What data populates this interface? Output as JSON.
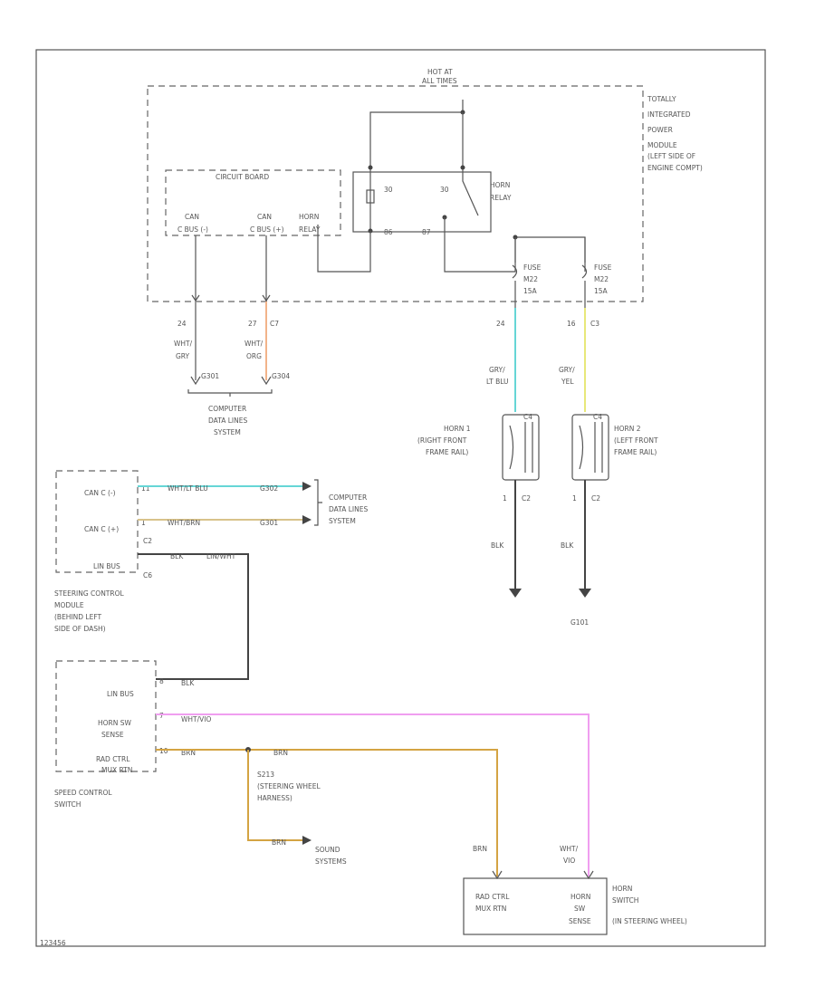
{
  "diagram": {
    "figure_id": "123456",
    "tipm": {
      "hot_label": [
        "HOT AT",
        "ALL TIMES"
      ],
      "name_lines": [
        "TOTALLY",
        "INTEGRATED",
        "POWER",
        "MODULE",
        "(LEFT SIDE OF",
        "ENGINE COMPT)"
      ],
      "circuit_board": "CIRCUIT BOARD",
      "can_c_minus": [
        "CAN",
        "C BUS (-)"
      ],
      "can_c_plus": [
        "CAN",
        "C BUS (+)"
      ],
      "horn_relay_ctrl": [
        "HORN",
        "RELAY"
      ],
      "relay_pins": [
        "30",
        "30",
        "86",
        "87"
      ],
      "relay_name": [
        "HORN",
        "RELAY"
      ],
      "fuse_left": [
        "FUSE",
        "M22",
        "15A"
      ],
      "fuse_right": [
        "FUSE",
        "M22",
        "15A"
      ]
    },
    "wires": {
      "tipm_pin_24": "24",
      "tipm_pin_27": "27",
      "tipm_conn": "C7",
      "wire_a_color": [
        "WHT/",
        "GRY"
      ],
      "wire_b_color": [
        "WHT/",
        "ORG"
      ],
      "splice_1": "G301",
      "splice_2": "G304",
      "fuse_left_pin": "24",
      "fuse_right_pin": "16",
      "fuse_right_conn": "C3",
      "horn1_wire": [
        "GRY/",
        "LT BLU"
      ],
      "horn2_wire": [
        "GRY/",
        "YEL"
      ],
      "gnd_wire_1": "BLK",
      "gnd_wire_2": "BLK",
      "ground_id": "G101"
    },
    "cdl_top": [
      "COMPUTER",
      "DATA LINES",
      "SYSTEM"
    ],
    "cdl_mid": [
      "COMPUTER",
      "DATA LINES",
      "SYSTEM"
    ],
    "horn1": {
      "pin": "C4",
      "name": [
        "HORN 1",
        "(RIGHT FRONT",
        "FRAME RAIL)"
      ],
      "ground_pin": "1",
      "ground_conn": "C2"
    },
    "horn2": {
      "pin": "C4",
      "name": [
        "HORN 2",
        "(LEFT FRONT",
        "FRAME RAIL)"
      ],
      "ground_pin": "1",
      "ground_conn": "C2"
    },
    "scm": {
      "can_c_minus": "CAN C (-)",
      "can_c_plus": "CAN C (+)",
      "pin_minus": "11",
      "pin_plus": "1",
      "wire_minus": "WHT/LT BLU",
      "wire_plus": "WHT/BRN",
      "splice_minus": "G302",
      "splice_plus": "G301",
      "conn_c2": "C2",
      "conn_c6": "C6",
      "lin_label": "LIN BUS",
      "lin_wire": "BLK",
      "lin_wire2": "LIN/WHT",
      "name": [
        "STEERING CONTROL",
        "MODULE",
        "(BEHIND LEFT",
        "SIDE OF DASH)"
      ]
    },
    "scs": {
      "lin_bus": "LIN BUS",
      "lin_pin": "8",
      "lin_wire": "BLK",
      "horn_sw_sense": [
        "HORN SW",
        "SENSE"
      ],
      "horn_pin": "7",
      "horn_wire": "WHT/VIO",
      "rad_ctrl": [
        "RAD CTRL",
        "MUX RTN"
      ],
      "rad_pin": "10",
      "rad_wire": "BRN",
      "name": [
        "SPEED CONTROL",
        "SWITCH"
      ]
    },
    "splice": {
      "wire": "BRN",
      "label": [
        "S213",
        "(STEERING WHEEL",
        "HARNESS)"
      ],
      "sound_wire": "BRN",
      "sound": [
        "SOUND",
        "SYSTEMS"
      ]
    },
    "horn_switch": {
      "rad_wire": "BRN",
      "horn_wire": [
        "WHT/",
        "VIO"
      ],
      "rad_ctrl": [
        "RAD CTRL",
        "MUX RTN"
      ],
      "horn_sense": [
        "HORN",
        "SW",
        "SENSE"
      ],
      "name": [
        "HORN",
        "SWITCH",
        "(IN STEERING WHEEL)"
      ]
    },
    "colors": {
      "lt_blu": "#66d6d6",
      "yel": "#e8e87a",
      "org": "#f2b48a",
      "brn": "#d4a443",
      "vio": "#f09ef0",
      "tan": "#d8c28a"
    }
  }
}
